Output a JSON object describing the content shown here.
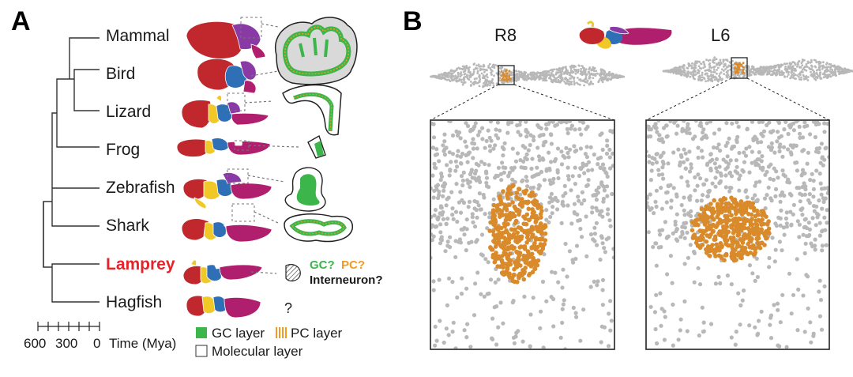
{
  "panels": {
    "a": "A",
    "b": "B"
  },
  "species": [
    {
      "name": "Mammal",
      "highlight": false
    },
    {
      "name": "Bird",
      "highlight": false
    },
    {
      "name": "Lizard",
      "highlight": false
    },
    {
      "name": "Frog",
      "highlight": false
    },
    {
      "name": "Zebrafish",
      "highlight": false
    },
    {
      "name": "Shark",
      "highlight": false
    },
    {
      "name": "Lamprey",
      "highlight": true
    },
    {
      "name": "Hagfish",
      "highlight": false
    }
  ],
  "lamprey_question": {
    "gc": "GC?",
    "pc": "PC?",
    "interneuron": "Interneuron?"
  },
  "hagfish_question": "?",
  "time_axis": {
    "ticks": [
      "600",
      "300",
      "0"
    ],
    "label": "Time (Mya)"
  },
  "legend": {
    "gc": "GC layer",
    "pc": "PC layer",
    "molecular": "Molecular layer"
  },
  "sections": {
    "left": "R8",
    "right": "L6"
  },
  "colors": {
    "forebrain": "#c0282d",
    "midbrain": "#2f6fb5",
    "hindbrain_yellow": "#f0c929",
    "cerebellum": "#8a3aa5",
    "medulla": "#b01f6e",
    "gc_green": "#3cb54a",
    "pc_orange": "#f39a1f",
    "cluster": "#d98a2b",
    "tissue_gray": "#b8b8b8",
    "lamprey_red": "#e5232b"
  }
}
